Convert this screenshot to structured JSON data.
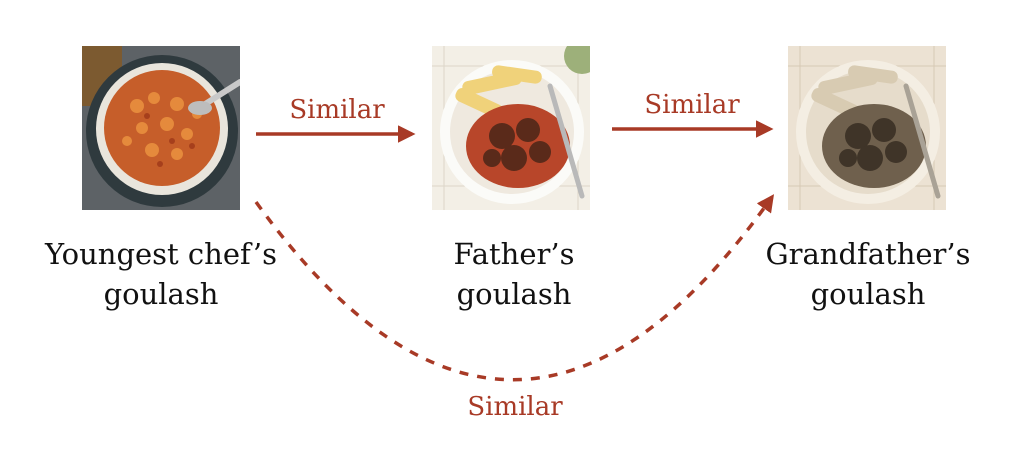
{
  "nodes": [
    {
      "caption_line1": "Youngest chef’s",
      "caption_line2": "goulash",
      "photo": "macaroni-goulash-photo"
    },
    {
      "caption_line1": "Father’s",
      "caption_line2": "goulash",
      "photo": "beef-stew-noodles-photo"
    },
    {
      "caption_line1": "Grandfather’s",
      "caption_line2": "goulash",
      "photo": "sepia-beef-stew-noodles-photo"
    }
  ],
  "edges": [
    {
      "label": "Similar",
      "style": "solid"
    },
    {
      "label": "Similar",
      "style": "solid"
    },
    {
      "label": "Similar",
      "style": "dashed"
    }
  ],
  "colors": {
    "arrow": "#a83a26",
    "text": "#111111"
  }
}
